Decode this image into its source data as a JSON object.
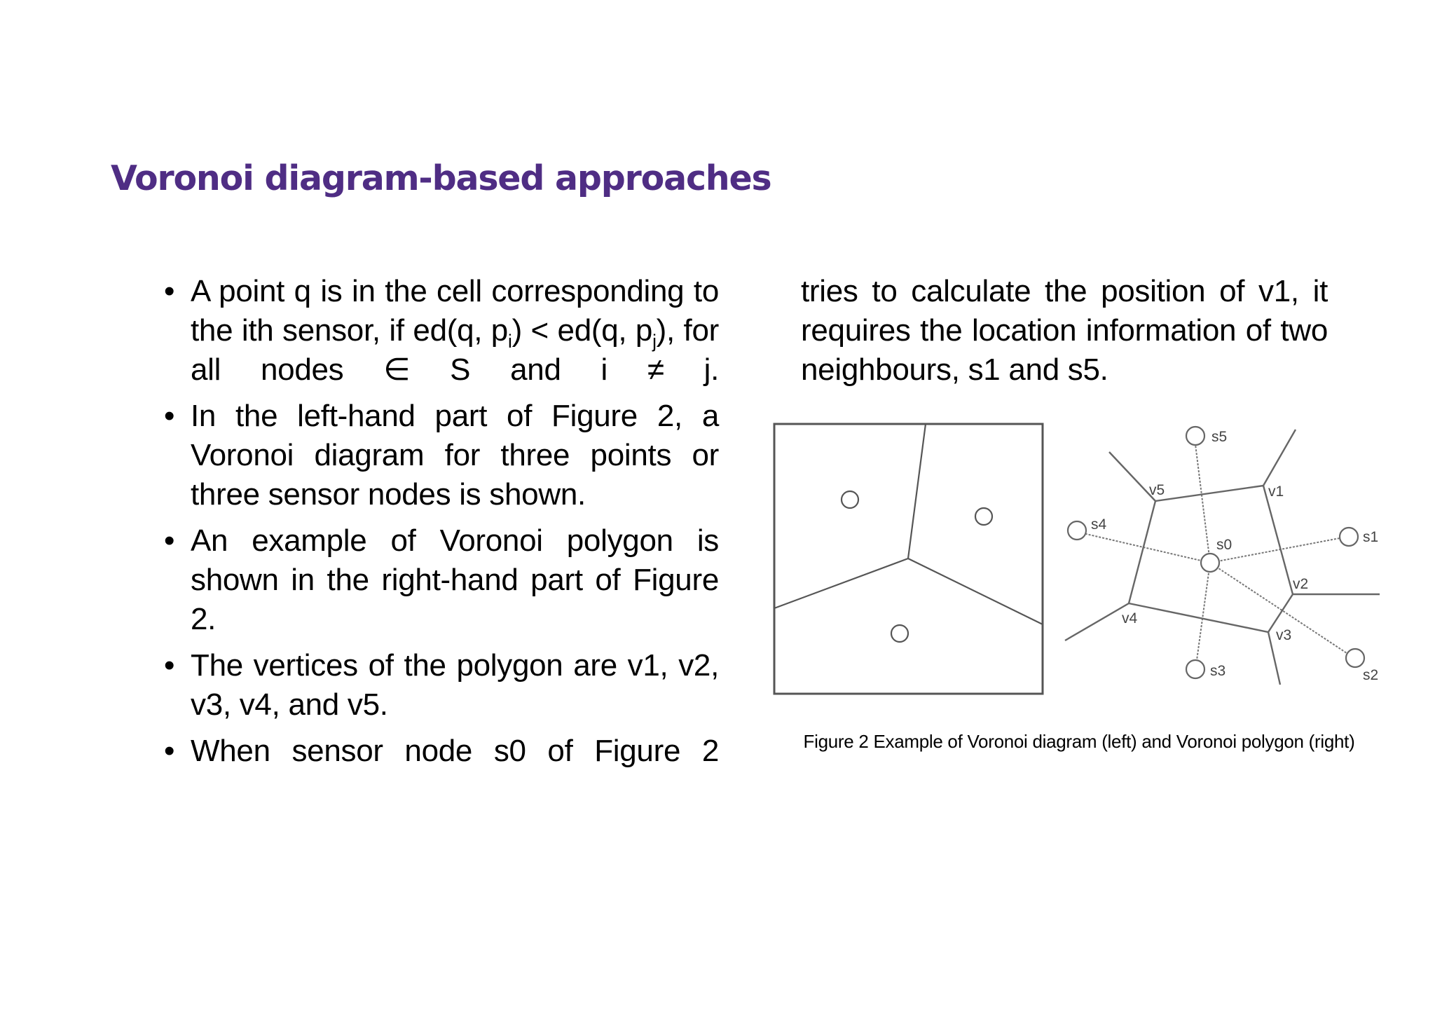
{
  "slide": {
    "title": "Voronoi diagram-based approaches",
    "title_color": "#4f2d84",
    "bullet_glyph": "•",
    "bullets": [
      {
        "parts": {
          "pre": "A point q is in the cell corresponding to the ith sensor, if ed(q, p",
          "sub1": "i",
          "mid": ") < ed(q, p",
          "sub2": "j",
          "post": "), for all nodes ∈ S and i ≠ j."
        }
      },
      {
        "text": "In the left-hand part of Figure 2, a Voronoi diagram for three points or three sensor nodes is shown."
      },
      {
        "text": "An example of Voronoi polygon is shown in the right-hand part of Figure 2."
      },
      {
        "text": "The vertices of the polygon are v1, v2, v3, v4, and v5."
      },
      {
        "text": "When sensor node s0 of Figure 2"
      }
    ],
    "continuation_text": "tries to calculate the position of v1, it requires the location information of two neighbours, s1 and s5.",
    "figure": {
      "caption": "Figure 2 Example of Voronoi diagram (left) and Voronoi polygon (right)",
      "left_diagram": {
        "description": "Voronoi diagram for three points",
        "sites": 3
      },
      "right_diagram": {
        "description": "Voronoi polygon around sensor s0",
        "sensor_labels": [
          "s0",
          "s1",
          "s2",
          "s3",
          "s4",
          "s5"
        ],
        "vertex_labels": [
          "v1",
          "v2",
          "v3",
          "v4",
          "v5"
        ]
      }
    }
  }
}
